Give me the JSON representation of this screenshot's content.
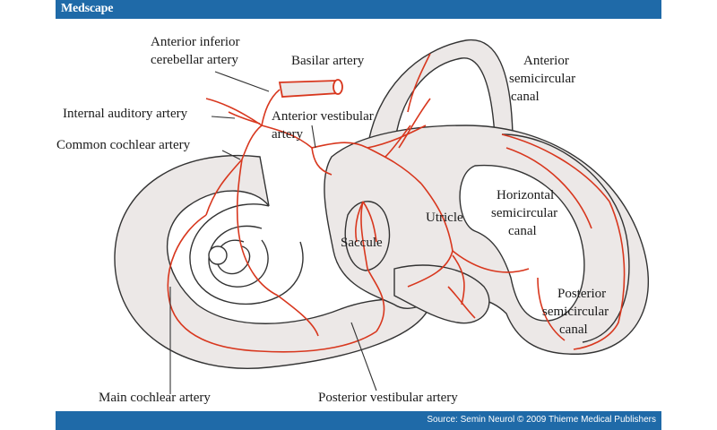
{
  "header": {
    "logo": "Medscape"
  },
  "footer": {
    "source": "Source: Semin Neurol © 2009 Thieme Medical Publishers"
  },
  "labels": {
    "aica_line1": "Anterior inferior",
    "aica_line2": "cerebellar artery",
    "basilar": "Basilar artery",
    "internal_auditory": "Internal auditory artery",
    "ant_vest_line1": "Anterior vestibular",
    "ant_vest_line2": "artery",
    "common_cochlear": "Common cochlear artery",
    "ant_canal_line1": "Anterior",
    "ant_canal_line2": "semicircular",
    "ant_canal_line3": "canal",
    "horiz_line1": "Horizontal",
    "horiz_line2": "semicircular",
    "horiz_line3": "canal",
    "utricle": "Utricle",
    "saccule": "Saccule",
    "post_canal_line1": "Posterior",
    "post_canal_line2": "semicircular",
    "post_canal_line3": "canal",
    "main_cochlear": "Main cochlear artery",
    "post_vestibular": "Posterior vestibular artery"
  },
  "colors": {
    "artery": "#d8371e",
    "tissue": "#ece8e7",
    "outline": "#333333",
    "bar": "#1f6aa8"
  }
}
